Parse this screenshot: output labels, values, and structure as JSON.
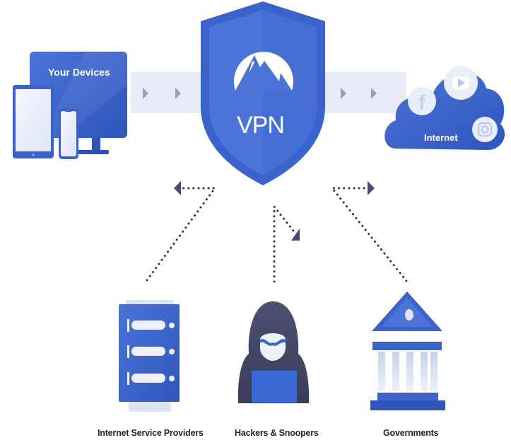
{
  "diagram": {
    "title": "VPN",
    "nodes": {
      "devices": {
        "label": "Your Devices"
      },
      "vpn": {
        "label": "VPN",
        "logo": "mountain-logo-icon"
      },
      "internet": {
        "label": "Internet",
        "icons": [
          "facebook-icon",
          "youtube-icon",
          "instagram-icon"
        ]
      }
    },
    "threats": [
      {
        "id": "isp",
        "label": "Internet Service Providers",
        "icon": "server-rack-icon"
      },
      {
        "id": "hackers",
        "label": "Hackers & Snoopers",
        "icon": "hooded-hacker-icon"
      },
      {
        "id": "governments",
        "label": "Governments",
        "icon": "government-building-icon"
      }
    ],
    "colors": {
      "primary": "#3b63c9",
      "primary_dark": "#2b4fb3",
      "light_band": "#e8ebf5",
      "arrow_gray": "#9aa0b4",
      "dot_navy": "#2d3152",
      "hacker": "#434766"
    }
  }
}
